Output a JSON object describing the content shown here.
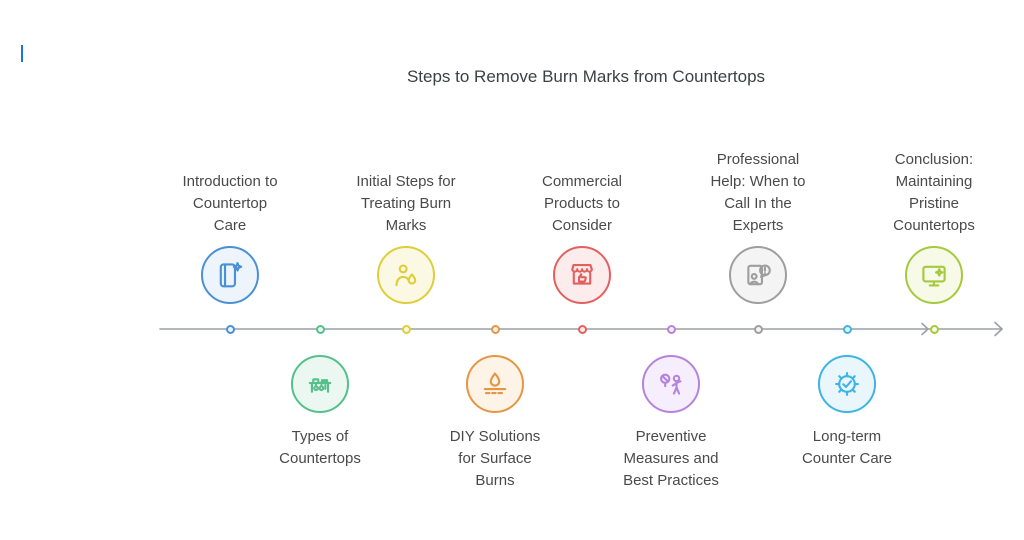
{
  "title": "Steps to Remove Burn Marks from Countertops",
  "axis_color": "#9aa0a6",
  "caret_color": "#1a73e8",
  "items": [
    {
      "label": "Introduction to\nCountertop\nCare",
      "color": "#4a90d6",
      "fill": "#edf4fc",
      "icon": "book-sparkle-icon"
    },
    {
      "label": "Initial Steps for\nTreating Burn\nMarks",
      "color": "#ddce3a",
      "fill": "#fbf9e4",
      "icon": "person-flame-icon"
    },
    {
      "label": "Commercial\nProducts to\nConsider",
      "color": "#e4605e",
      "fill": "#fcecec",
      "icon": "storefront-thumbs-up-icon"
    },
    {
      "label": "Professional\nHelp: When to\nCall In the\nExperts",
      "color": "#9e9e9e",
      "fill": "#f4f4f4",
      "icon": "person-speech-alert-icon"
    },
    {
      "label": "Conclusion:\nMaintaining\nPristine\nCountertops",
      "color": "#a5c93d",
      "fill": "#f6fae7",
      "icon": "monitor-sparkle-icon"
    },
    {
      "label": "Types of\nCountertops",
      "color": "#55c089",
      "fill": "#eaf8f1",
      "icon": "counter-shelf-icon"
    },
    {
      "label": "DIY Solutions\nfor Surface\nBurns",
      "color": "#e69543",
      "fill": "#fdf3e7",
      "icon": "droplet-surface-icon"
    },
    {
      "label": "Preventive\nMeasures and\nBest Practices",
      "color": "#b583dd",
      "fill": "#f6eefc",
      "icon": "people-prohibited-icon"
    },
    {
      "label": "Long-term\nCounter Care",
      "color": "#3eb3e8",
      "fill": "#e9f7fd",
      "icon": "gear-check-icon"
    }
  ]
}
